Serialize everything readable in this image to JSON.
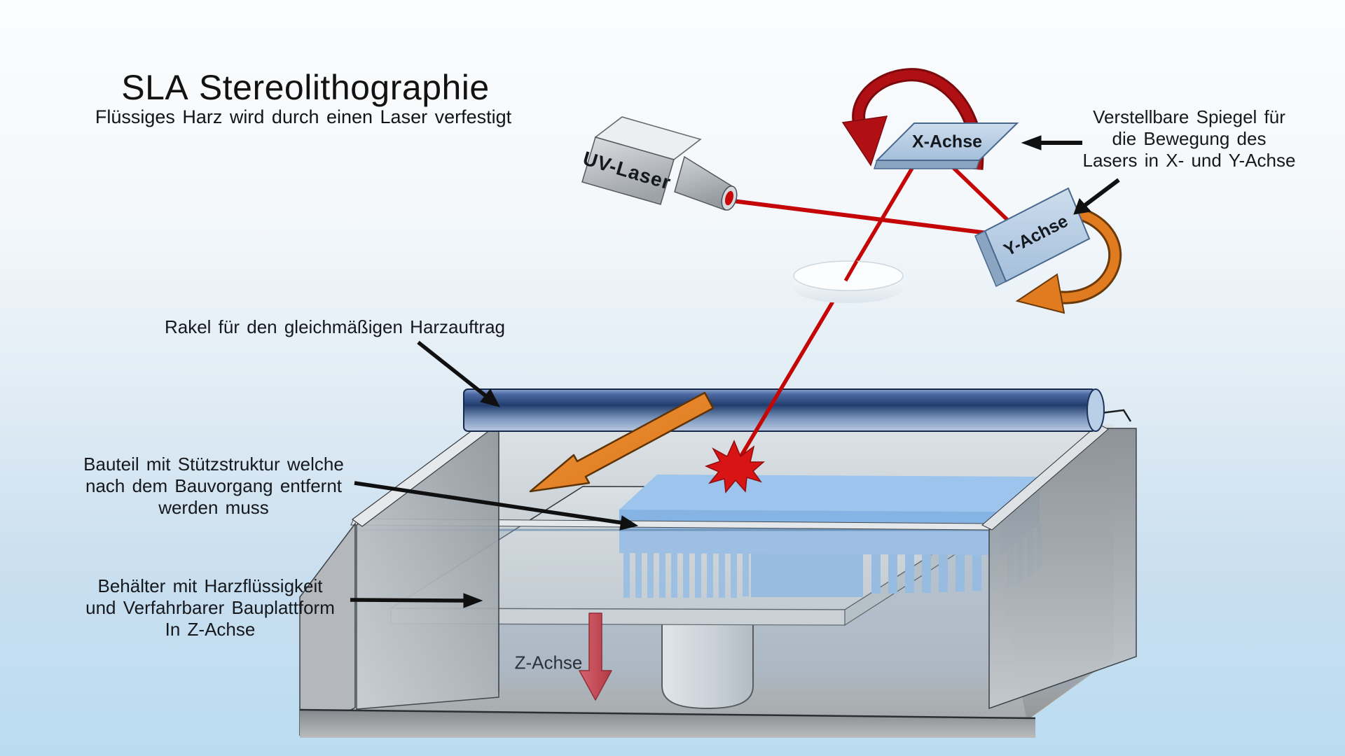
{
  "title": "SLA Stereolithographie",
  "subtitle": "Flüssiges Harz wird durch einen Laser verfestigt",
  "labels": {
    "mirror_note_line1": "Verstellbare Spiegel für",
    "mirror_note_line2": "die Bewegung des",
    "mirror_note_line3": "Lasers in X- und Y-Achse",
    "rakel": "Rakel für den gleichmäßigen Harzauftrag",
    "part_line1": "Bauteil mit Stützstruktur welche",
    "part_line2": "nach dem Bauvorgang entfernt",
    "part_line3": "werden muss",
    "tank_line1": "Behälter mit Harzflüssigkeit",
    "tank_line2": "und Verfahrbarer Bauplattform",
    "tank_line3": "In Z-Achse",
    "z_axis": "Z-Achse",
    "x_axis": "X-Achse",
    "y_axis": "Y-Achse",
    "uv_laser": "UV-Laser"
  },
  "colors": {
    "laser_beam_red": "#c40606",
    "x_rotation_arrow_red": "#b01014",
    "y_rotation_arrow_orange": "#e07c1f",
    "recoater_roller_blue": "#27406f",
    "build_part_blue": "#85b4e4",
    "mirror_blue": "#b7cde6",
    "z_axis_arrow_red": "#c34a56",
    "background_bottom_blue": "#badcf2",
    "annotation_black": "#101010"
  }
}
